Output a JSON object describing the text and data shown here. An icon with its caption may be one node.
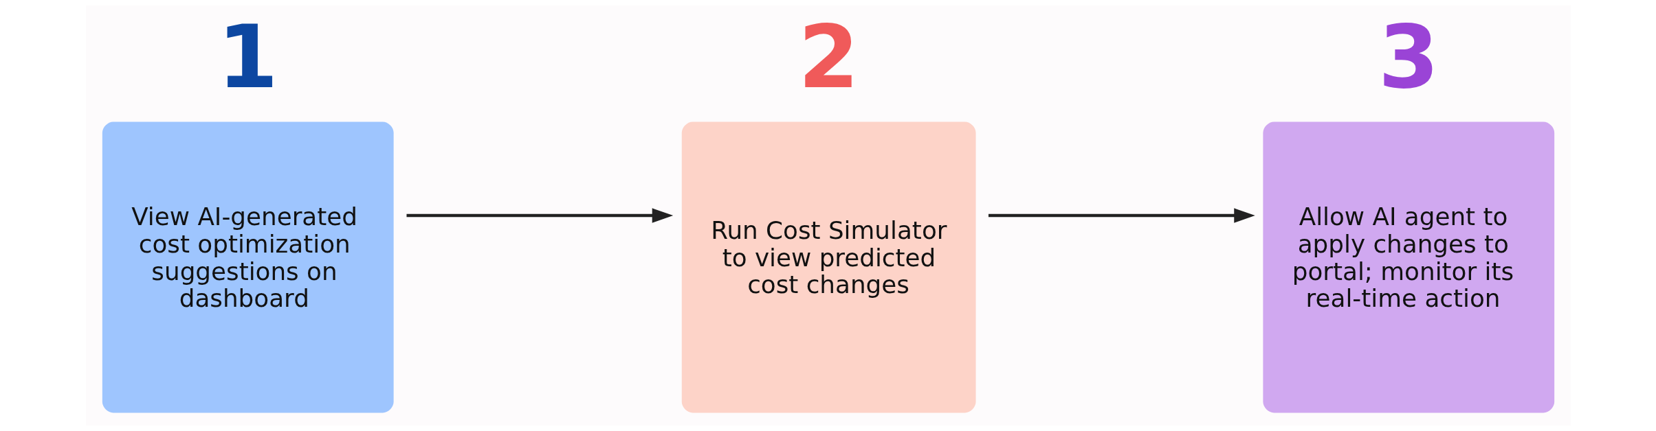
{
  "diagram": {
    "nodes": [
      {
        "text": [
          "1",
          "View AI-generated cost optimization suggestions on dashboard"
        ]
      },
      {
        "text": [
          "2",
          "Run Cost Simulator to view predicted cost changes"
        ]
      },
      {
        "text": [
          "3",
          "Allow AI agent to apply changes to portal; monitor its real-time action"
        ]
      }
    ],
    "edges": [
      {
        "from": 0,
        "to": 1,
        "arrow": "to"
      },
      {
        "from": 1,
        "to": 2,
        "arrow": "to"
      }
    ]
  }
}
